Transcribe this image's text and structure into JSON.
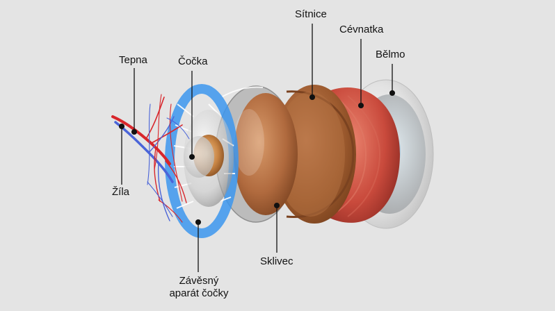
{
  "labels": {
    "sitnice": "Sítnice",
    "cevnatka": "Cévnatka",
    "belmo": "Bělmo",
    "tepna": "Tepna",
    "cocka": "Čočka",
    "zila": "Žíla",
    "sklivec": "Sklivec",
    "zavesny_line1": "Závěsný",
    "zavesny_line2": "aparát čočky"
  },
  "colors": {
    "background": "#e4e4e4",
    "artery": "#d8262b",
    "vein": "#4a64d8",
    "zonule": "#3c96ee",
    "lens": "#c88545",
    "vitreous": "#b06a3e",
    "retina": "#9c5a2e",
    "choroid": "#c94a3c",
    "sclera": "#f2f2f2",
    "leader": "#111111"
  }
}
